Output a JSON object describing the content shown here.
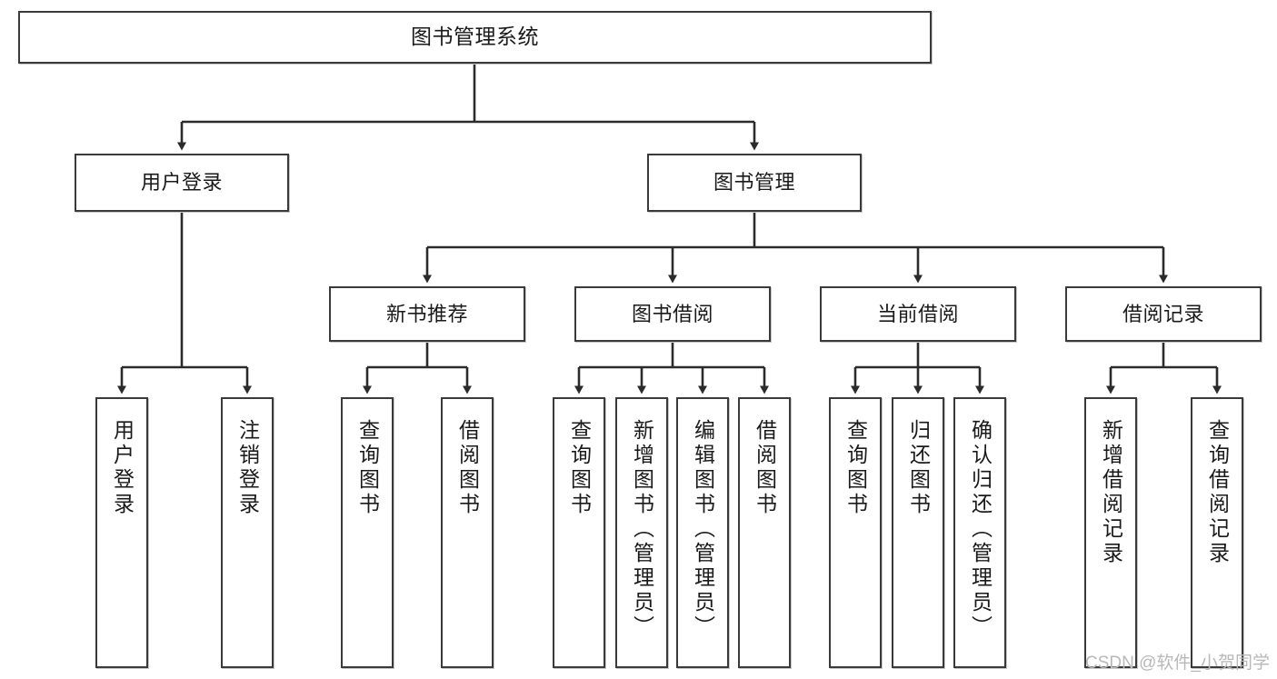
{
  "diagram": {
    "title": "图书管理系统",
    "type": "function-tree",
    "watermark": "CSDN @软件_小贺同学",
    "colors": {
      "box_border": "#3a3a3a",
      "box_fill": "#ffffff",
      "line": "#2b2b2b",
      "text": "#1a1a1a",
      "watermark": "#b8b8b8"
    },
    "levels": {
      "root": {
        "label": "图书管理系统"
      },
      "level2": [
        {
          "id": "user-login",
          "label": "用户登录"
        },
        {
          "id": "book-manage",
          "label": "图书管理"
        }
      ],
      "level3": [
        {
          "id": "new-book-rec",
          "label": "新书推荐"
        },
        {
          "id": "book-borrow",
          "label": "图书借阅"
        },
        {
          "id": "current-borrow",
          "label": "当前借阅"
        },
        {
          "id": "borrow-record",
          "label": "借阅记录"
        }
      ],
      "leaves": {
        "user-login": [
          {
            "id": "leaf-user-login",
            "label": "用户登录"
          },
          {
            "id": "leaf-user-logout",
            "label": "注销登录"
          }
        ],
        "new-book-rec": [
          {
            "id": "leaf-query-book-1",
            "label": "查询图书"
          },
          {
            "id": "leaf-borrow-book-1",
            "label": "借阅图书"
          }
        ],
        "book-borrow": [
          {
            "id": "leaf-query-book-2",
            "label": "查询图书"
          },
          {
            "id": "leaf-add-book",
            "label": "新增图书（管理员）"
          },
          {
            "id": "leaf-edit-book",
            "label": "编辑图书（管理员）"
          },
          {
            "id": "leaf-borrow-book-2",
            "label": "借阅图书"
          }
        ],
        "current-borrow": [
          {
            "id": "leaf-query-book-3",
            "label": "查询图书"
          },
          {
            "id": "leaf-return-book",
            "label": "归还图书"
          },
          {
            "id": "leaf-confirm-return",
            "label": "确认归还（管理员）"
          }
        ],
        "borrow-record": [
          {
            "id": "leaf-add-record",
            "label": "新增借阅记录"
          },
          {
            "id": "leaf-query-record",
            "label": "查询借阅记录"
          }
        ]
      }
    }
  }
}
